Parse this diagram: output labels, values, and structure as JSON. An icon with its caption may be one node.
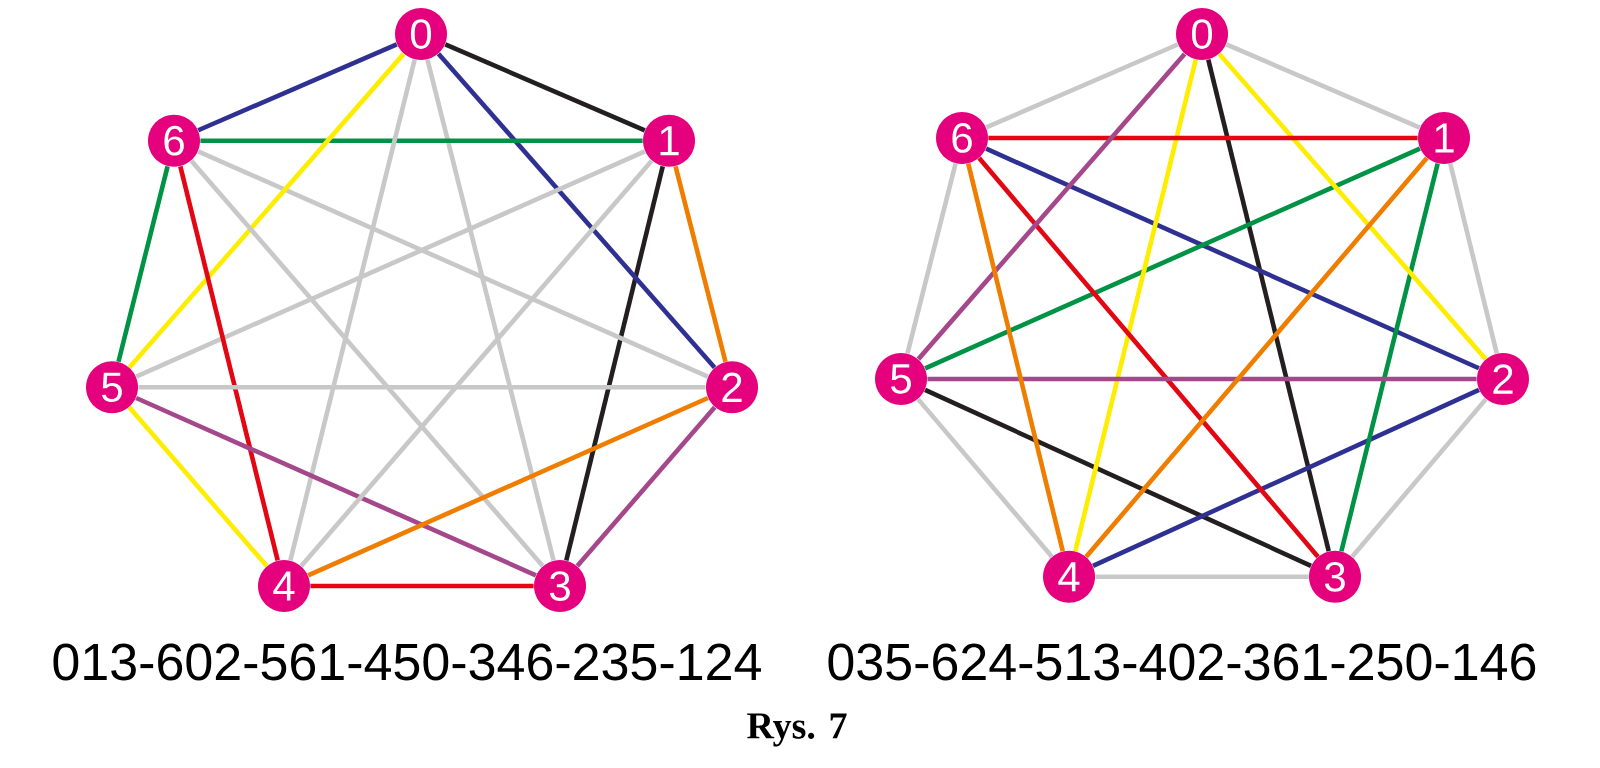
{
  "diagram": {
    "caption": "Rys. 7",
    "nodes": [
      {
        "text": [
          "0"
        ]
      },
      {
        "text": [
          "1"
        ]
      },
      {
        "text": [
          "2"
        ]
      },
      {
        "text": [
          "3"
        ]
      },
      {
        "text": [
          "4"
        ]
      },
      {
        "text": [
          "5"
        ]
      },
      {
        "text": [
          "6"
        ]
      },
      {
        "text": [
          "0"
        ]
      },
      {
        "text": [
          "1"
        ]
      },
      {
        "text": [
          "2"
        ]
      },
      {
        "text": [
          "3"
        ]
      },
      {
        "text": [
          "4"
        ]
      },
      {
        "text": [
          "5"
        ]
      },
      {
        "text": [
          "6"
        ]
      }
    ],
    "edges": [
      {
        "from": 0,
        "to": 1,
        "arrow": "none",
        "color": "#231f20"
      },
      {
        "from": 1,
        "to": 3,
        "arrow": "none",
        "color": "#231f20"
      },
      {
        "from": 0,
        "to": 3,
        "arrow": "none"
      },
      {
        "from": 6,
        "to": 0,
        "arrow": "none",
        "color": "#2e3192"
      },
      {
        "from": 0,
        "to": 2,
        "arrow": "none",
        "color": "#2e3192"
      },
      {
        "from": 6,
        "to": 2,
        "arrow": "none"
      },
      {
        "from": 5,
        "to": 6,
        "arrow": "none",
        "color": "#009245"
      },
      {
        "from": 6,
        "to": 1,
        "arrow": "none",
        "color": "#009245"
      },
      {
        "from": 5,
        "to": 1,
        "arrow": "none"
      },
      {
        "from": 4,
        "to": 5,
        "arrow": "none",
        "color": "#ffed00"
      },
      {
        "from": 5,
        "to": 0,
        "arrow": "none",
        "color": "#ffed00"
      },
      {
        "from": 4,
        "to": 0,
        "arrow": "none"
      },
      {
        "from": 3,
        "to": 4,
        "arrow": "none",
        "color": "#e30613"
      },
      {
        "from": 4,
        "to": 6,
        "arrow": "none",
        "color": "#e30613"
      },
      {
        "from": 3,
        "to": 6,
        "arrow": "none"
      },
      {
        "from": 2,
        "to": 3,
        "arrow": "none",
        "color": "#a5488b"
      },
      {
        "from": 3,
        "to": 5,
        "arrow": "none",
        "color": "#a5488b"
      },
      {
        "from": 2,
        "to": 5,
        "arrow": "none"
      },
      {
        "from": 1,
        "to": 2,
        "arrow": "none",
        "color": "#ef7d00"
      },
      {
        "from": 2,
        "to": 4,
        "arrow": "none",
        "color": "#ef7d00"
      },
      {
        "from": 1,
        "to": 4,
        "arrow": "none"
      },
      {
        "from": 7,
        "to": 10,
        "arrow": "none",
        "color": "#231f20"
      },
      {
        "from": 10,
        "to": 12,
        "arrow": "none",
        "color": "#231f20"
      },
      {
        "from": 13,
        "to": 9,
        "arrow": "none",
        "color": "#2e3192"
      },
      {
        "from": 9,
        "to": 11,
        "arrow": "none",
        "color": "#2e3192"
      },
      {
        "from": 12,
        "to": 8,
        "arrow": "none",
        "color": "#009245"
      },
      {
        "from": 8,
        "to": 10,
        "arrow": "none",
        "color": "#009245"
      },
      {
        "from": 11,
        "to": 7,
        "arrow": "none",
        "color": "#ffed00"
      },
      {
        "from": 7,
        "to": 9,
        "arrow": "none",
        "color": "#ffed00"
      },
      {
        "from": 10,
        "to": 13,
        "arrow": "none",
        "color": "#e30613"
      },
      {
        "from": 13,
        "to": 8,
        "arrow": "none",
        "color": "#e30613"
      },
      {
        "from": 9,
        "to": 12,
        "arrow": "none",
        "color": "#a5488b"
      },
      {
        "from": 12,
        "to": 7,
        "arrow": "none",
        "color": "#a5488b"
      },
      {
        "from": 8,
        "to": 11,
        "arrow": "none",
        "color": "#ef7d00"
      },
      {
        "from": 11,
        "to": 13,
        "arrow": "none",
        "color": "#ef7d00"
      },
      {
        "from": 7,
        "to": 13,
        "arrow": "none"
      },
      {
        "from": 7,
        "to": 8,
        "arrow": "none"
      },
      {
        "from": 13,
        "to": 12,
        "arrow": "none"
      },
      {
        "from": 8,
        "to": 9,
        "arrow": "none"
      },
      {
        "from": 12,
        "to": 11,
        "arrow": "none"
      },
      {
        "from": 9,
        "to": 10,
        "arrow": "none"
      },
      {
        "from": 11,
        "to": 10,
        "arrow": "none"
      }
    ],
    "labels": [
      "013-602-561-450-346-235-124",
      "035-624-513-402-361-250-146"
    ]
  }
}
